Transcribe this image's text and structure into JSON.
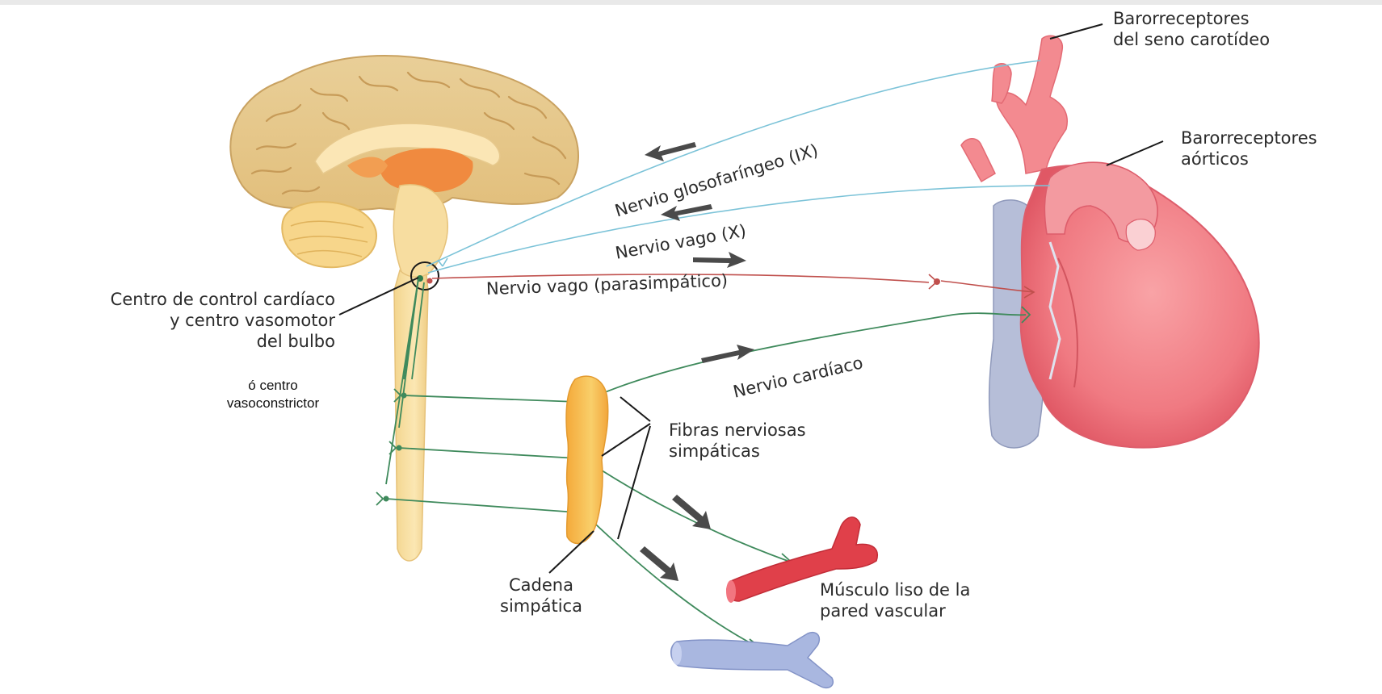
{
  "labels": {
    "carotid_baroreceptors": [
      "Barorreceptores",
      "del seno carotídeo"
    ],
    "aortic_baroreceptors": [
      "Barorreceptores",
      "aórticos"
    ],
    "cardiac_control_center": [
      "Centro de control cardíaco",
      "y centro vasomotor",
      "del bulbo"
    ],
    "vasoconstrictor_note": [
      "ó centro",
      "vasoconstrictor"
    ],
    "sympathetic_fibers": [
      "Fibras nerviosas",
      "simpáticas"
    ],
    "sympathetic_chain": [
      "Cadena",
      "simpática"
    ],
    "smooth_muscle": [
      "Músculo liso de la",
      "pared vascular"
    ]
  },
  "nerves": {
    "glossopharyngeal": "Nervio glosofaríngeo (IX)",
    "vagus": "Nervio vago (X)",
    "vagus_parasympathetic": "Nervio vago (parasimpático)",
    "cardiac": "Nervio cardíaco"
  },
  "colors": {
    "sensory_nerve": "#7cc3d8",
    "parasympathetic_nerve": "#c0504d",
    "sympathetic_nerve": "#3f8a5c",
    "brain": "#e8c98a",
    "heart": "#f07a82",
    "artery": "#e0404a",
    "vein": "#a9b7e0",
    "ganglia": "#f6b94a"
  }
}
